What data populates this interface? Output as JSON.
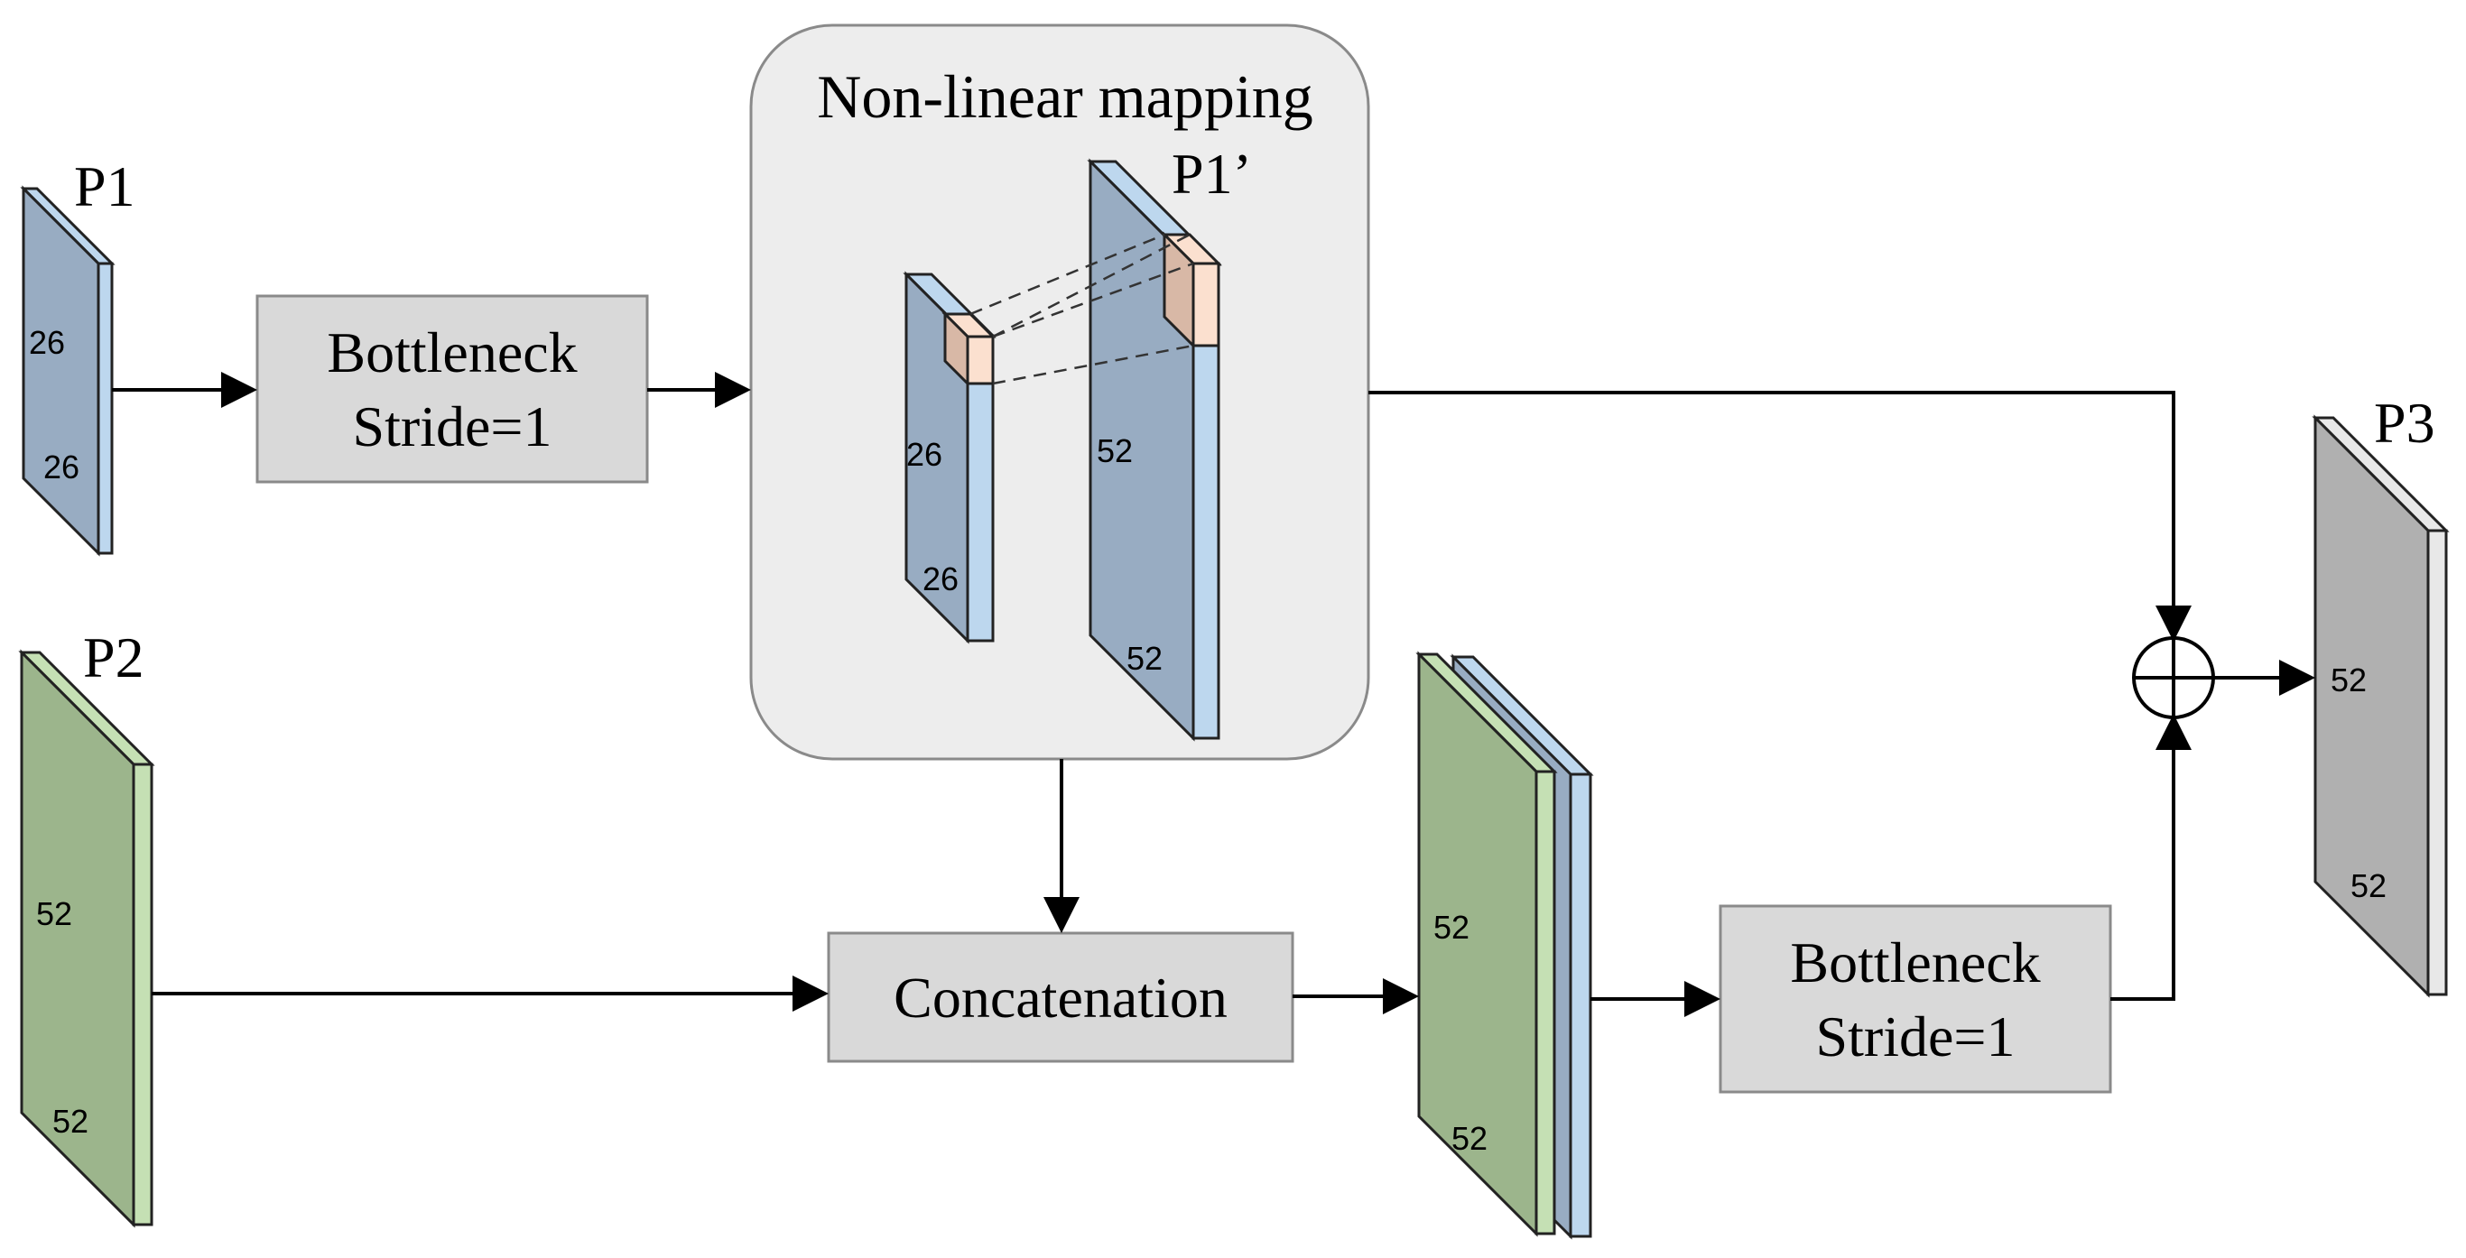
{
  "feature_maps": {
    "p1": {
      "label": "P1",
      "h": "26",
      "w": "26"
    },
    "p2": {
      "label": "P2",
      "h": "52",
      "w": "52"
    },
    "inner_small": {
      "h": "26",
      "w": "26"
    },
    "p1_prime": {
      "label": "P1’",
      "h": "52",
      "w": "52"
    },
    "concat_stack": {
      "h": "52",
      "w": "52"
    },
    "p3": {
      "label": "P3",
      "h": "52",
      "w": "52"
    }
  },
  "blocks": {
    "nonlinear_title": "Non-linear mapping",
    "bottleneck_top": {
      "line1": "Bottleneck",
      "line2": "Stride=1"
    },
    "concatenation": "Concatenation",
    "bottleneck_bottom": {
      "line1": "Bottleneck",
      "line2": "Stride=1"
    }
  },
  "colors": {
    "blue_face": "#98acc2",
    "blue_side": "#bdd7ee",
    "green_face": "#9cb58c",
    "green_side": "#c5e0b4",
    "gray_face": "#b0b0b0",
    "gray_side": "#e8e8e8",
    "block_fill": "#d9d9d9",
    "block_stroke": "#8a8a8a",
    "region_fill": "#ededed",
    "region_stroke": "#8a8a8a",
    "cube_face": "#d8b8a6",
    "cube_side": "#fbe0cf"
  }
}
